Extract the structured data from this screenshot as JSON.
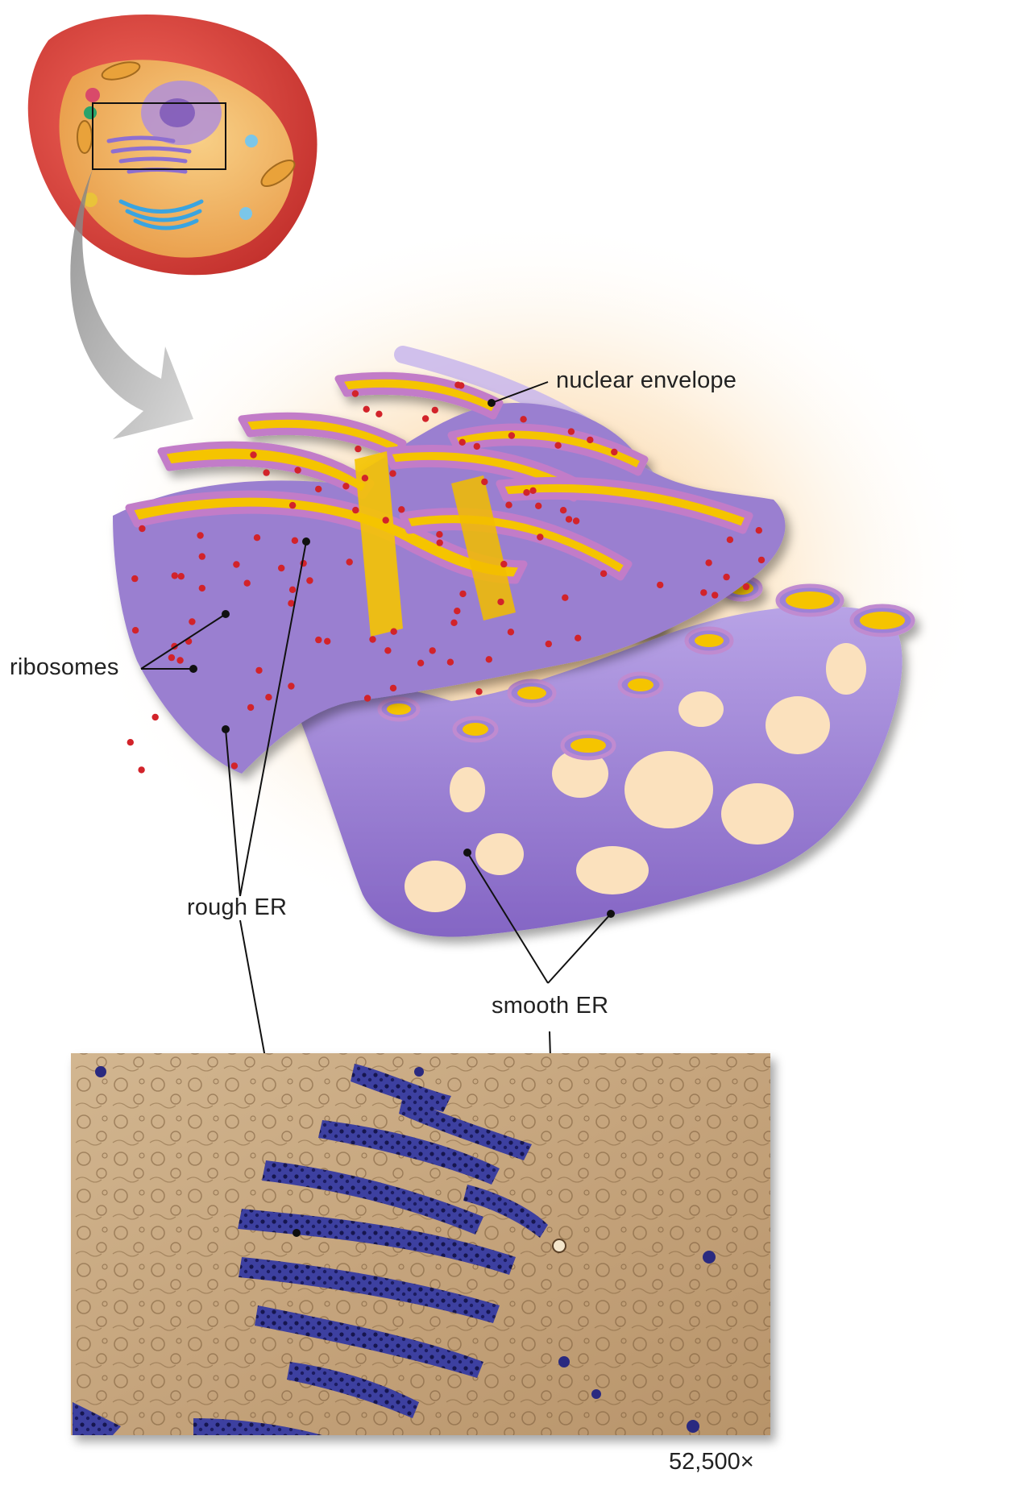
{
  "labels": {
    "nuclear_envelope": "nuclear envelope",
    "ribosomes": "ribosomes",
    "rough_er": "rough ER",
    "smooth_er": "smooth ER"
  },
  "micrograph": {
    "magnification": "52,500×"
  },
  "colors": {
    "cell_membrane": "#d8473f",
    "cytoplasm": "#f2b864",
    "er_membrane": "#9a7fd0",
    "er_lumen": "#f5c400",
    "ribosome": "#d2232a",
    "micrograph_bg": "#c8a882",
    "stain": "#3a3a9a",
    "arrow": "#9c9c9c"
  }
}
